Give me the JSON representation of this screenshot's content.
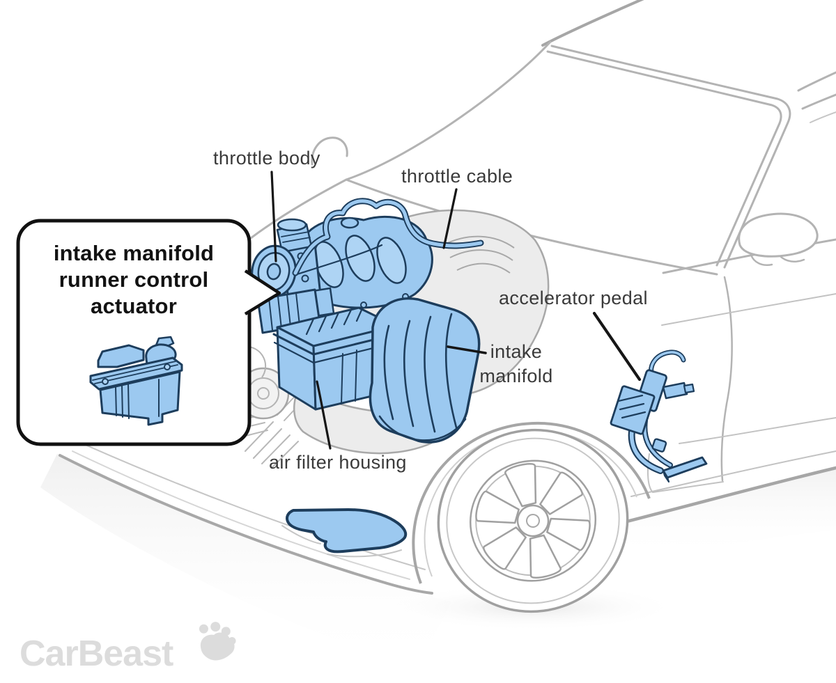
{
  "figure": {
    "type": "labeled-car-diagram",
    "subject": "throttle system component locations in a car",
    "callout": {
      "line1": "intake manifold",
      "line2": "runner control",
      "line3": "actuator"
    },
    "labels": {
      "throttle_body": "throttle body",
      "throttle_cable": "throttle cable",
      "accelerator_pedal": "accelerator pedal",
      "intake_manifold_line1": "intake",
      "intake_manifold_line2": "manifold",
      "air_filter_housing": "air filter housing"
    },
    "brand": {
      "name": "CarBeast"
    },
    "colors": {
      "background": "#ffffff",
      "highlight_fill": "#9cc9f0",
      "highlight_fill_light": "#aed4f4",
      "highlight_outline": "#1d3d5c",
      "car_outline": "#b3b3b3",
      "car_outline_dark": "#a3a3a3",
      "engine_gray": "#ececec",
      "label_text": "#3a3a3a",
      "leader_line": "#161616",
      "logo_gray": "#dcdcdc"
    }
  }
}
